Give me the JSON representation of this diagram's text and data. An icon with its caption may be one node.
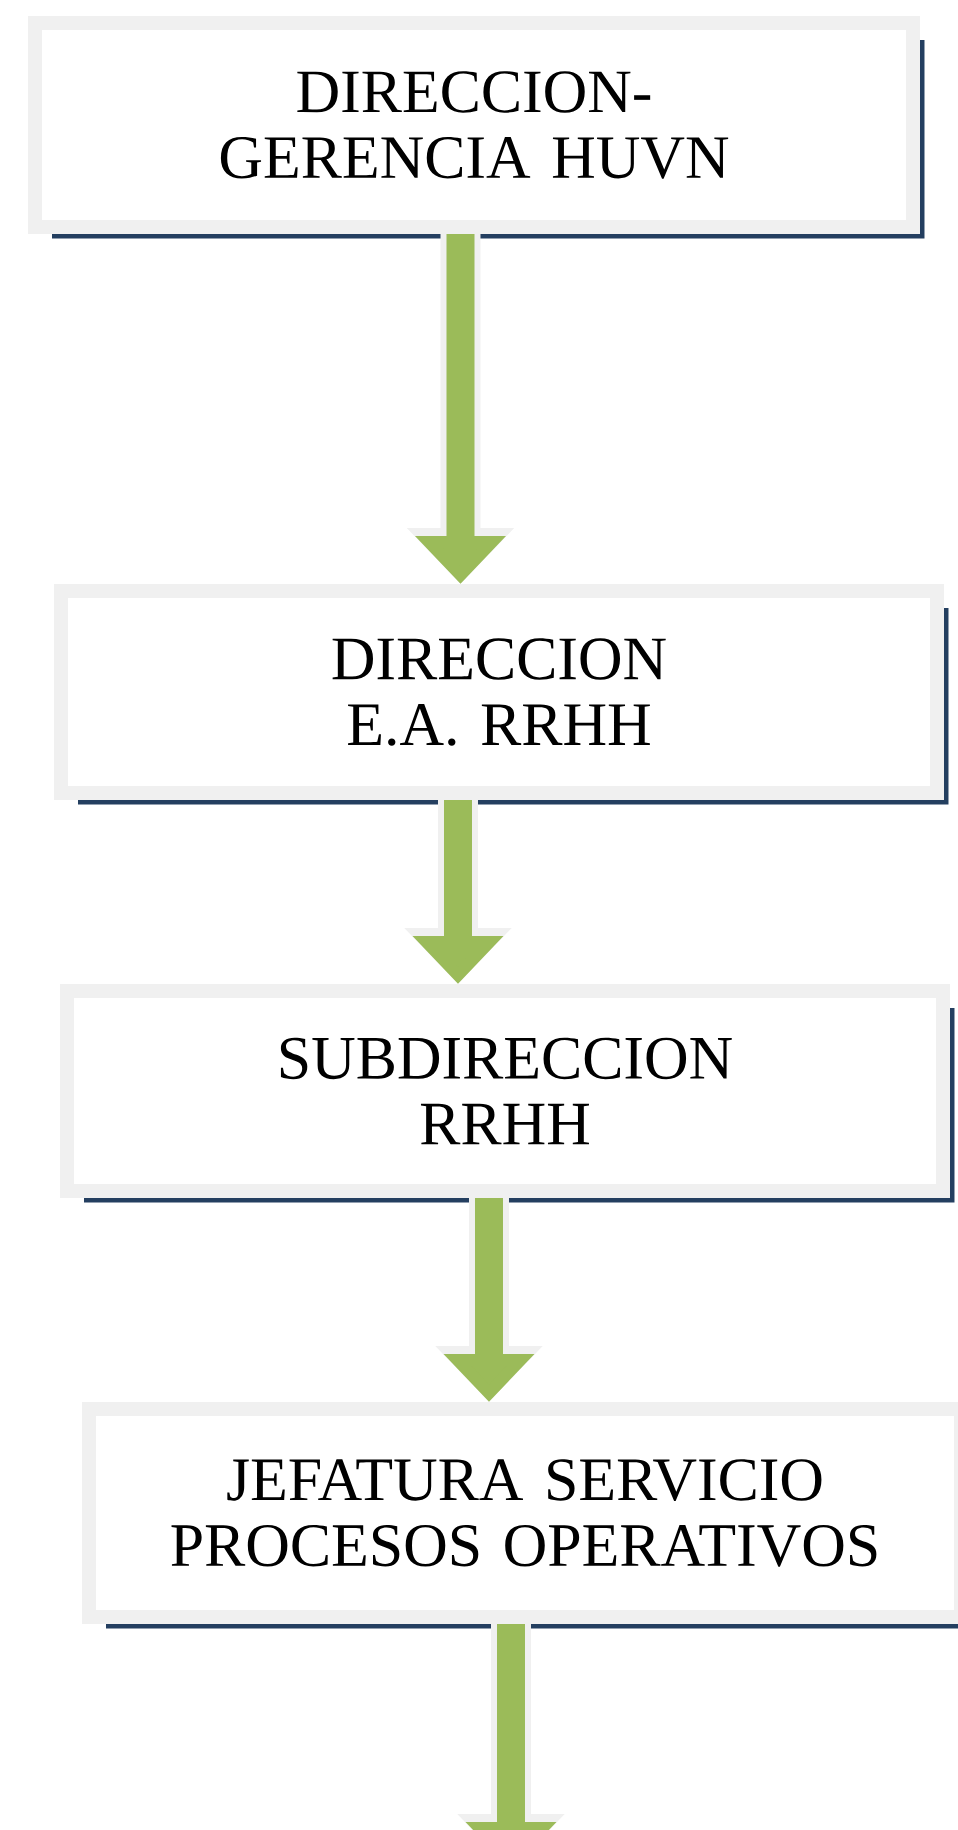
{
  "diagram": {
    "nodes": [
      {
        "text": [
          "DIRECCION-GERENCIA HUVN"
        ]
      },
      {
        "text": [
          "DIRECCION E.A. RRHH"
        ]
      },
      {
        "text": [
          "SUBDIRECCION RRHH"
        ]
      },
      {
        "text": [
          "JEFATURA SERVICIO PROCESOS OPERATIVOS"
        ]
      }
    ],
    "edges": [
      {
        "from": 0,
        "to": 1,
        "arrow": "to"
      },
      {
        "from": 1,
        "to": 2,
        "arrow": "to"
      },
      {
        "from": 2,
        "to": 3,
        "arrow": "to"
      },
      {
        "from": 3,
        "to": null,
        "arrow": "to"
      }
    ]
  }
}
